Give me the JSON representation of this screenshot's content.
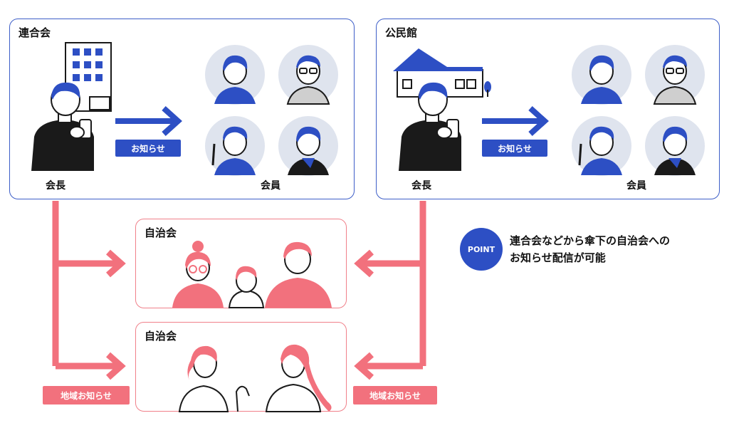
{
  "left_panel": {
    "title": "連合会",
    "notice_label": "お知らせ",
    "leader_caption": "会長",
    "members_caption": "会員"
  },
  "right_panel": {
    "title": "公民館",
    "notice_label": "お知らせ",
    "leader_caption": "会長",
    "members_caption": "会員"
  },
  "groups": [
    {
      "title": "自治会"
    },
    {
      "title": "自治会"
    }
  ],
  "regional_notice_labels": [
    "地域お知らせ",
    "地域お知らせ"
  ],
  "point": {
    "badge": "POINT",
    "line1": "連合会などから傘下の自治会への",
    "line2": "お知らせ配信が可能"
  },
  "colors": {
    "blue": "#2d4fc4",
    "pink": "#f2717d",
    "dark": "#1a1a1a"
  }
}
